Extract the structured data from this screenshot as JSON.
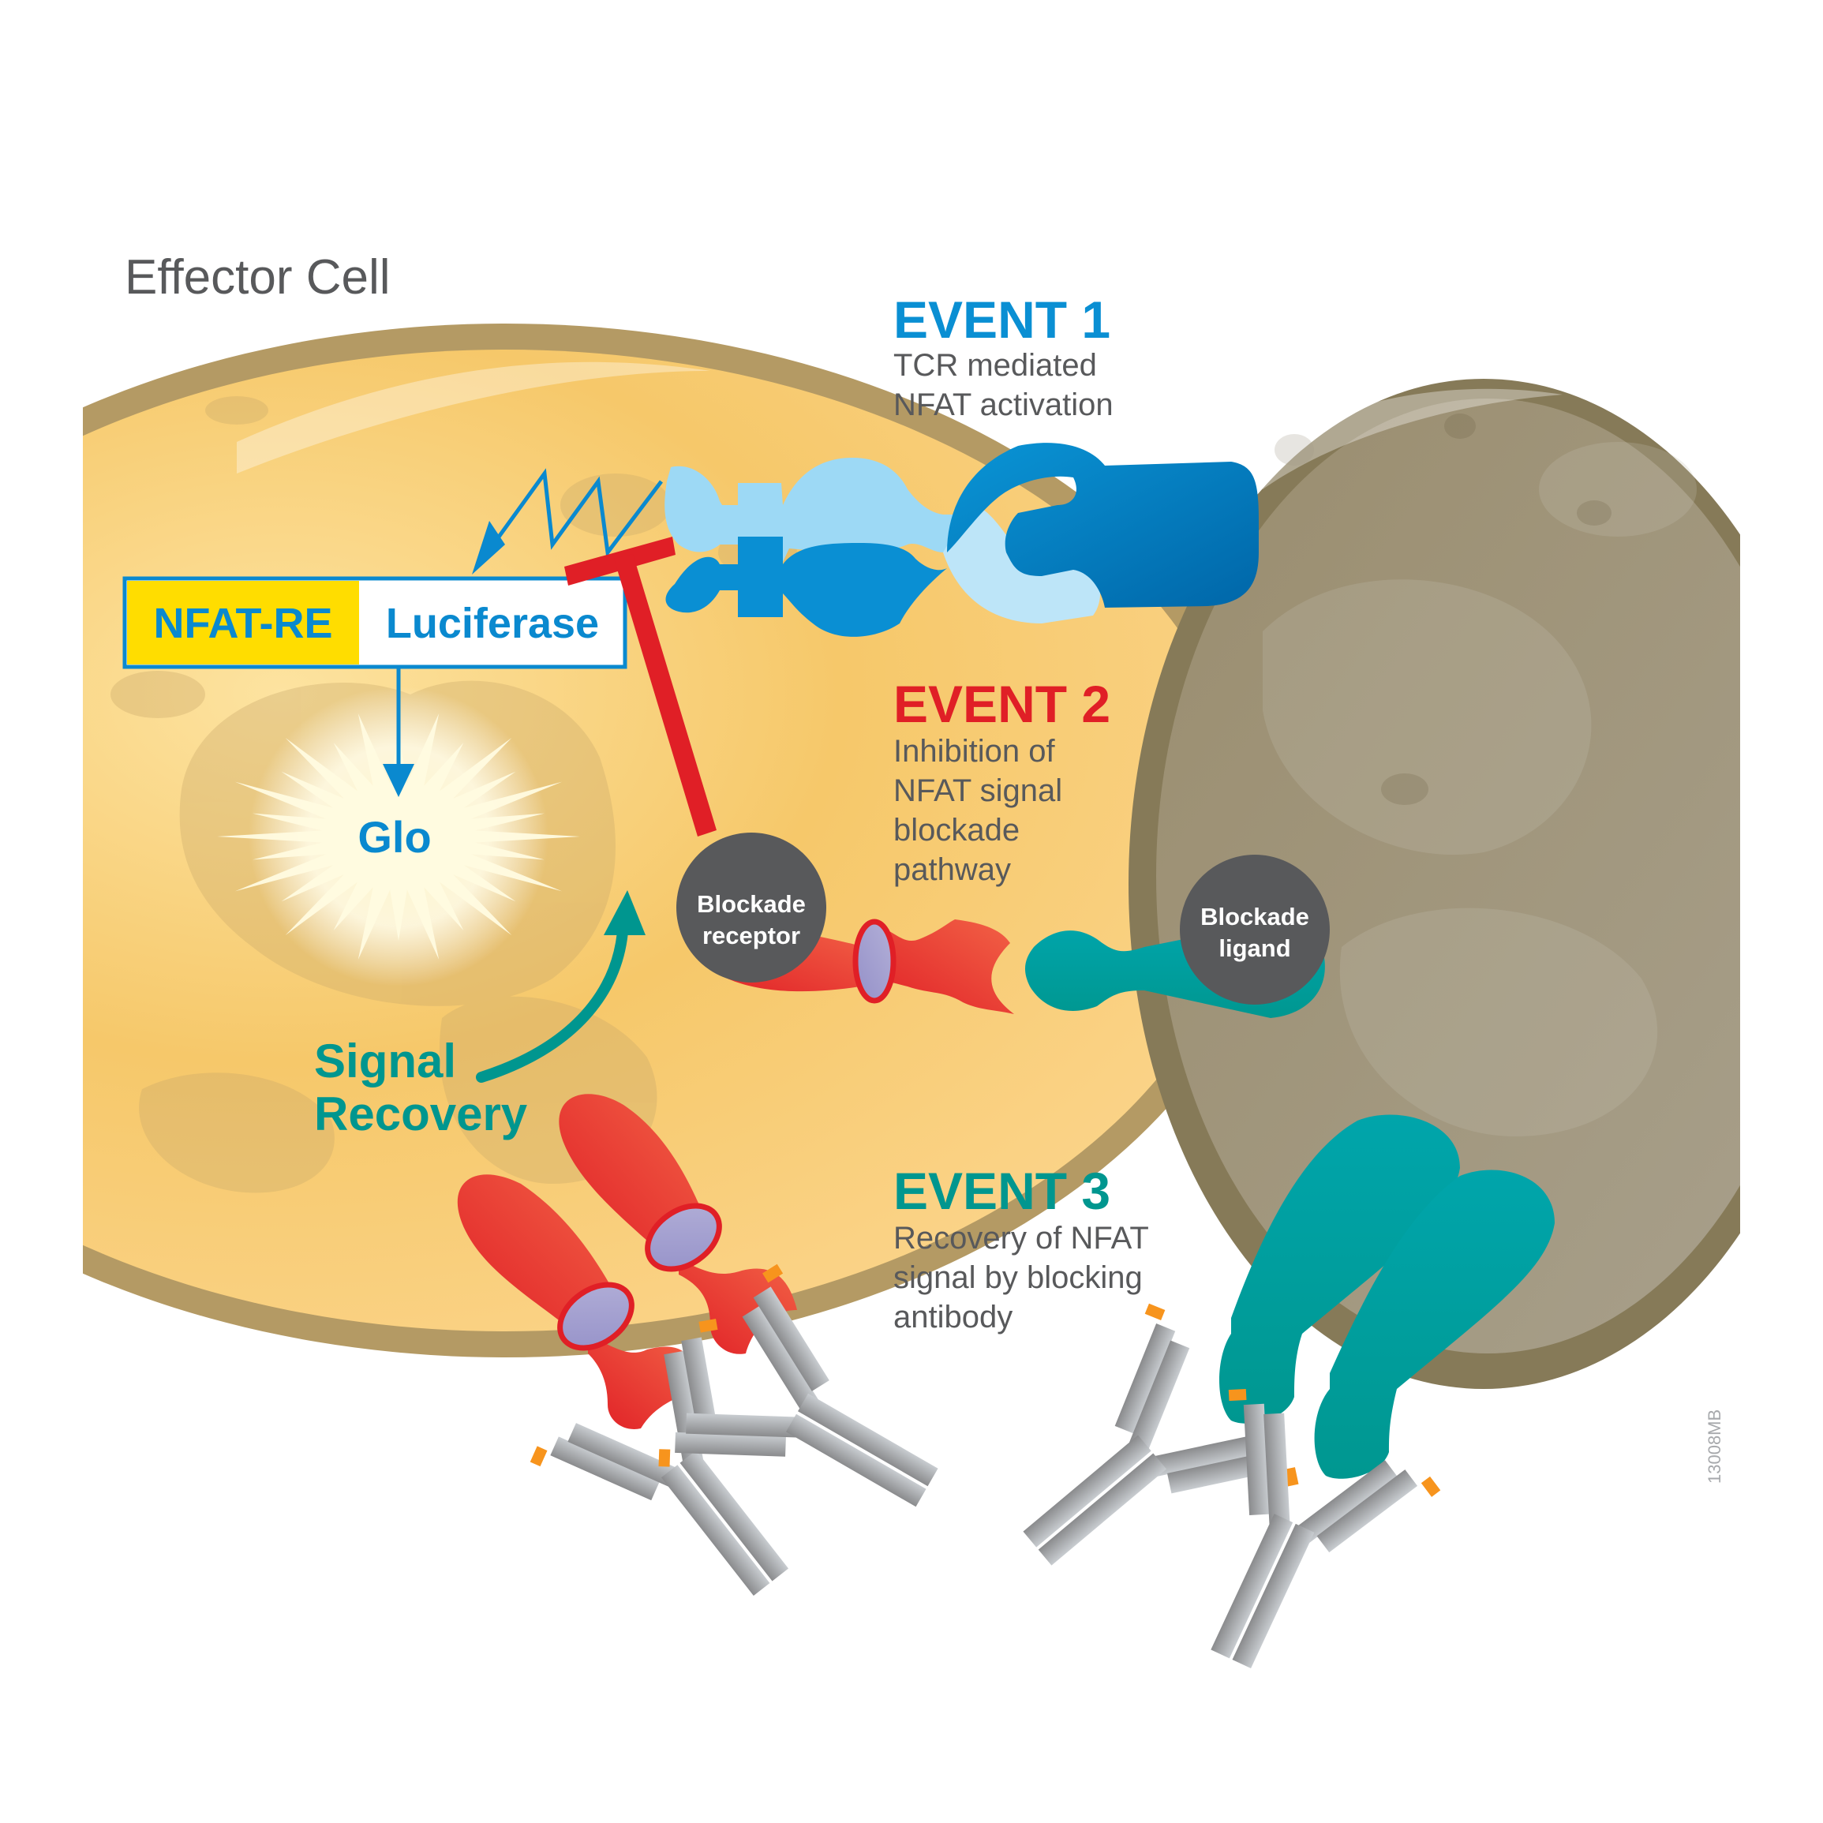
{
  "figure": {
    "title": "Effector Cell",
    "figure_code": "13008MB"
  },
  "events": [
    {
      "heading": "EVENT 1",
      "color": "#0a8fd3",
      "lines": [
        "TCR mediated",
        "NFAT activation"
      ]
    },
    {
      "heading": "EVENT 2",
      "color": "#e01f26",
      "lines": [
        "Inhibition of",
        "NFAT signal",
        "blockade",
        "pathway"
      ]
    },
    {
      "heading": "EVENT 3",
      "color": "#00968f",
      "lines": [
        "Recovery of NFAT",
        "signal by blocking",
        "antibody"
      ]
    }
  ],
  "reporter": {
    "promoter_label": "NFAT-RE",
    "gene_label": "Luciferase",
    "output_label": "Glo",
    "promoter_fill": "#ffdd00",
    "gene_fill": "#ffffff",
    "text_color": "#0a89cf"
  },
  "molecules": {
    "receptor_label": [
      "Blockade",
      "receptor"
    ],
    "ligand_label": [
      "Blockade",
      "ligand"
    ],
    "receptor_color": "#e8352a",
    "ligand_color": "#00a0a0",
    "tcr_color": "#0a8fd3",
    "antibody_tip_color": "#f7941d"
  },
  "annotations": {
    "signal_recovery": [
      "Signal",
      "Recovery"
    ]
  },
  "colors": {
    "effector_cell_fill": "#f6c86a",
    "effector_cell_membrane": "#b49a64",
    "target_cell_fill": "#9d9276",
    "target_cell_membrane": "#867a58",
    "inhibition_bar": "#e01f26",
    "arrow_blue": "#0a89cf",
    "arrow_teal": "#00968f",
    "text_gray": "#58595b"
  }
}
